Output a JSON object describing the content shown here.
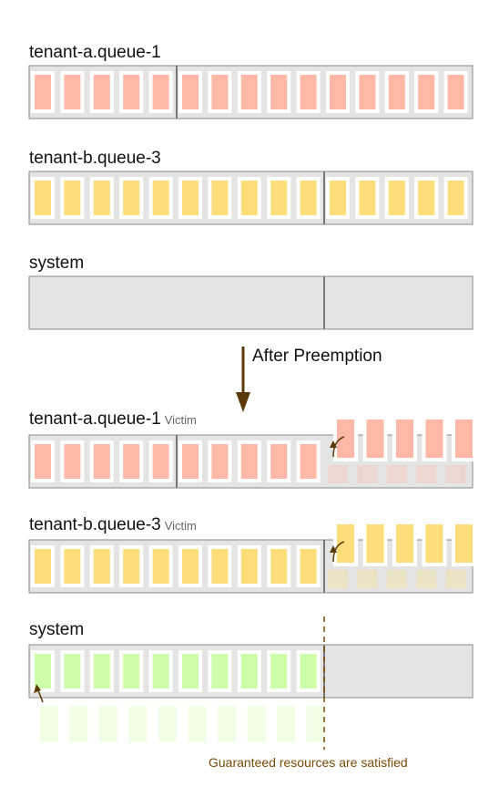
{
  "colors": {
    "red": "#ffb8a6",
    "yellow": "#ffde7a",
    "green": "#ccffa8",
    "track": "#e4e4e4",
    "arrow": "#5a3a08",
    "dashed": "#7a4a06"
  },
  "before": {
    "queues": [
      {
        "name": "tenant-a.queue-1",
        "color": "red",
        "slots": 15,
        "divider_after": 5
      },
      {
        "name": "tenant-b.queue-3",
        "color": "yellow",
        "slots": 15,
        "divider_after": 10
      },
      {
        "name": "system",
        "color": "none",
        "slots": 0,
        "divider_after": 10
      }
    ]
  },
  "arrow_label": "After Preemption",
  "after": {
    "queues": [
      {
        "name": "tenant-a.queue-1",
        "tag": "Victim",
        "color": "red",
        "slots": 10,
        "divider_after": 5,
        "preempted": 5
      },
      {
        "name": "tenant-b.queue-3",
        "tag": "Victim",
        "color": "yellow",
        "slots": 10,
        "divider_after": 10,
        "preempted": 5
      },
      {
        "name": "system",
        "tag": "",
        "color": "green",
        "slots": 10,
        "divider_after": 10,
        "preempted": 0,
        "ghosts": 10
      }
    ]
  },
  "footnote": "Guaranteed resources are satisfied"
}
